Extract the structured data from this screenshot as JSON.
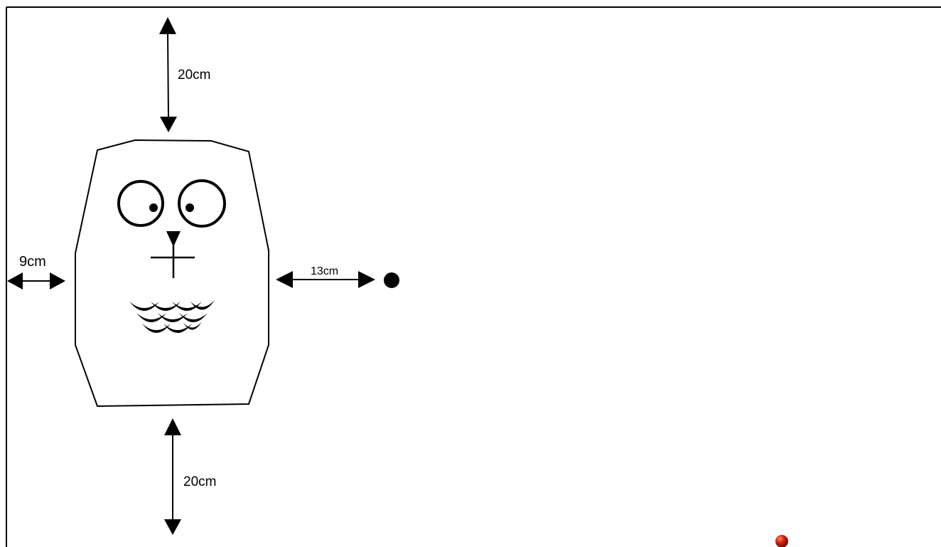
{
  "diagram": {
    "labels": {
      "top_distance": "20cm",
      "bottom_distance": "20cm",
      "left_distance": "9cm",
      "right_distance": "13cm"
    },
    "colors": {
      "stroke": "#000000",
      "background": "#ffffff",
      "marker_dot": "#000000",
      "red_dot": "#cc1a0a"
    },
    "icons": {
      "marker_dot": "filled-circle",
      "red_dot": "red-sphere"
    }
  }
}
